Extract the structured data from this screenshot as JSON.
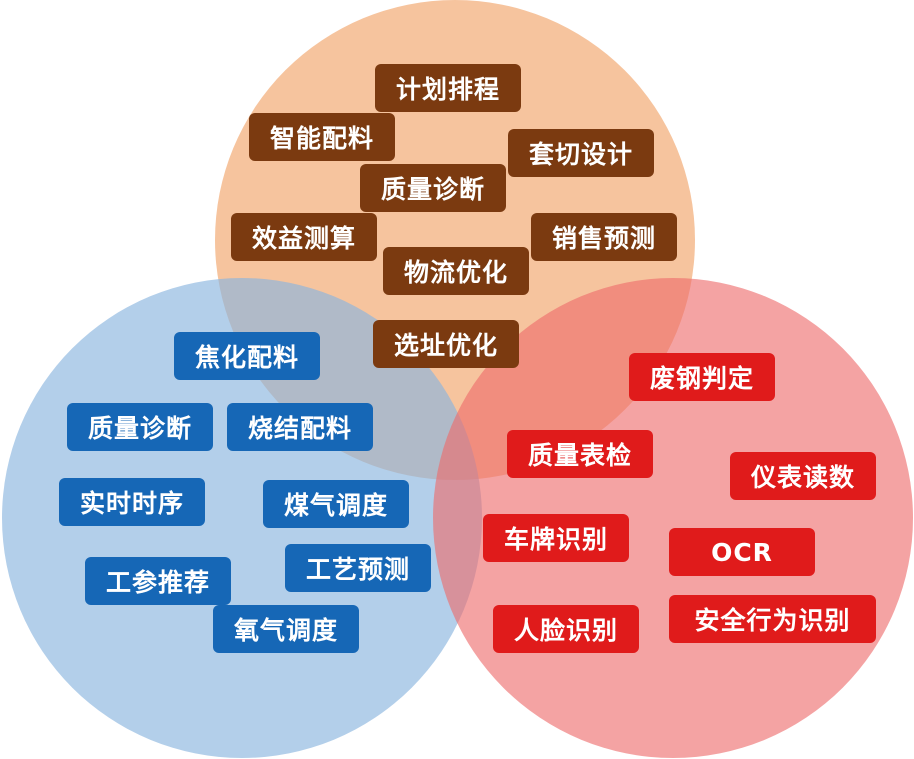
{
  "colors": {
    "top_circle": "#f3b383",
    "left_circle": "#8ab5df",
    "right_circle": "#ee6b6b",
    "brown_tag": "#7b3a10",
    "blue_tag": "#1667b6",
    "red_tag": "#e01b1b"
  },
  "top_group": {
    "plan_scheduling": "计划排程",
    "smart_batching": "智能配料",
    "cutting_design": "套切设计",
    "quality_diagnosis": "质量诊断",
    "benefit_calc": "效益测算",
    "sales_forecast": "销售预测",
    "logistics_opt": "物流优化",
    "site_selection": "选址优化"
  },
  "left_group": {
    "coking_batching": "焦化配料",
    "quality_diagnosis": "质量诊断",
    "sinter_batching": "烧结配料",
    "realtime_series": "实时时序",
    "gas_dispatch": "煤气调度",
    "process_forecast": "工艺预测",
    "param_recommend": "工参推荐",
    "oxygen_dispatch": "氧气调度"
  },
  "right_group": {
    "scrap_judgement": "废钢判定",
    "quality_inspection": "质量表检",
    "meter_reading": "仪表读数",
    "plate_recognition": "车牌识别",
    "ocr": "OCR",
    "face_recognition": "人脸识别",
    "safety_behavior": "安全行为识别"
  }
}
